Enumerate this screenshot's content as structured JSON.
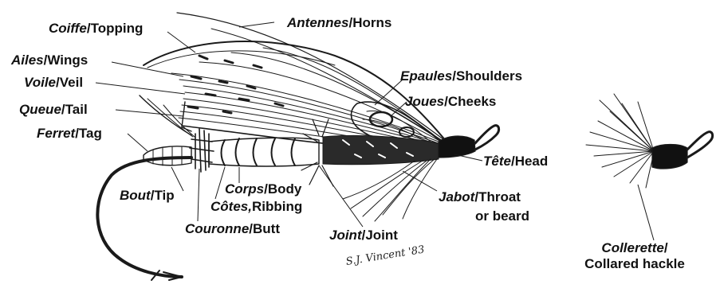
{
  "labels": {
    "coiffe": {
      "fr": "Coiffe",
      "en": "Topping"
    },
    "antennes": {
      "fr": "Antennes",
      "en": "Horns"
    },
    "ailes": {
      "fr": "Ailes",
      "en": "Wings"
    },
    "voile": {
      "fr": "Voile",
      "en": "Veil"
    },
    "queue": {
      "fr": "Queue",
      "en": "Tail"
    },
    "ferret": {
      "fr": "Ferret",
      "en": "Tag"
    },
    "bout": {
      "fr": "Bout",
      "en": "Tip"
    },
    "corps": {
      "fr": "Corps",
      "en": "Body"
    },
    "cotes": {
      "fr": "Côtes,",
      "en": "Ribbing"
    },
    "couronne": {
      "fr": "Couronne",
      "en": "Butt"
    },
    "joint": {
      "fr": "Joint",
      "en": "Joint"
    },
    "epaules": {
      "fr": "Epaules",
      "en": "Shoulders"
    },
    "joues": {
      "fr": "Joues",
      "en": "Cheeks"
    },
    "tete": {
      "fr": "Tête",
      "en": "Head"
    },
    "jabot": {
      "fr": "Jabot",
      "en": "Throat",
      "en_line2": "or beard"
    },
    "collerette": {
      "fr": "Collerette",
      "sep": "/",
      "en": "Collared hackle"
    }
  },
  "signature": "S.J. Vincent '83",
  "colors": {
    "ink": "#111111",
    "paper": "#ffffff"
  }
}
